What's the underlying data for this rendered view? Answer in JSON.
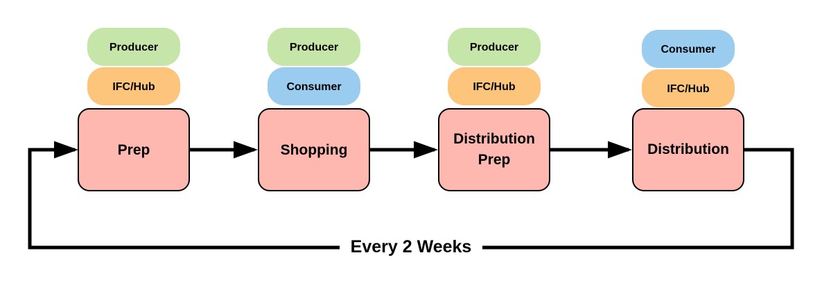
{
  "stages": [
    {
      "label_lines": [
        "Prep"
      ],
      "roles": [
        {
          "label": "Producer",
          "kind": "producer"
        },
        {
          "label": "IFC/Hub",
          "kind": "hub"
        }
      ]
    },
    {
      "label_lines": [
        "Shopping"
      ],
      "roles": [
        {
          "label": "Producer",
          "kind": "producer"
        },
        {
          "label": "Consumer",
          "kind": "consumer"
        }
      ]
    },
    {
      "label_lines": [
        "Distribution",
        "Prep"
      ],
      "roles": [
        {
          "label": "Producer",
          "kind": "producer"
        },
        {
          "label": "IFC/Hub",
          "kind": "hub"
        }
      ]
    },
    {
      "label_lines": [
        "Distribution"
      ],
      "roles": [
        {
          "label": "Consumer",
          "kind": "consumer"
        },
        {
          "label": "IFC/Hub",
          "kind": "hub"
        }
      ]
    }
  ],
  "loop_label": "Every 2 Weeks",
  "colors": {
    "stage_fill": "#ffb8b0",
    "stage_stroke": "#000000",
    "producer": "#c6e5a9",
    "consumer": "#99ccef",
    "hub": "#fdc47c",
    "arrow": "#000000"
  }
}
